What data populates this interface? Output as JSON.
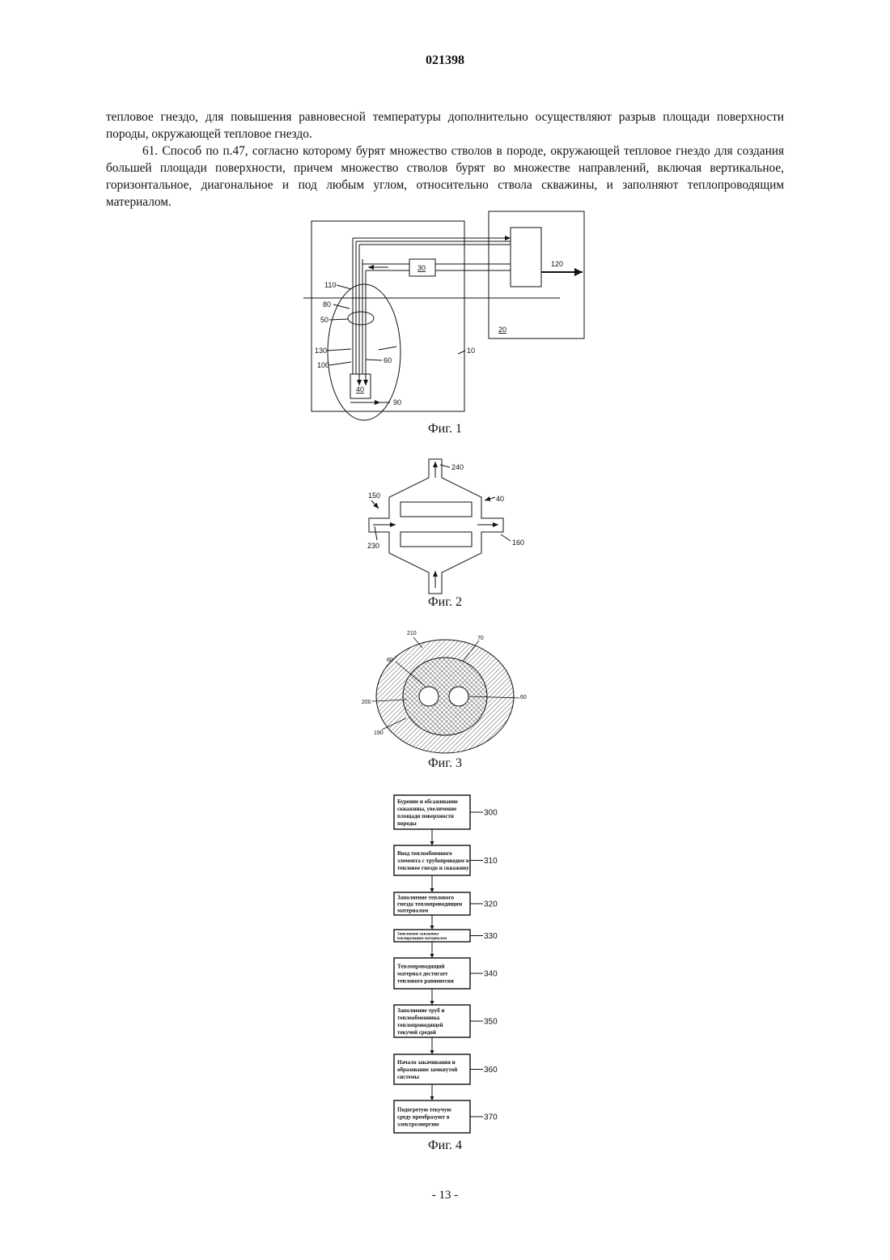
{
  "header": {
    "doc_number": "021398"
  },
  "body": {
    "paragraph_1": "тепловое гнездо, для повышения равновесной температуры дополнительно осуществляют разрыв площади поверхности породы, окружающей тепловое гнездо.",
    "paragraph_2": "61. Способ по п.47, согласно которому бурят множество стволов в породе, окружающей тепловое гнездо для создания большей площади поверхности, причем множество стволов бурят во множестве направлений, включая вертикальное, горизонтальное, диагональное и под любым углом, относительно ствола скважины, и заполняют теплопроводящим материалом."
  },
  "fig1": {
    "caption": "Фиг. 1",
    "labels": {
      "l110": "110",
      "l80": "80",
      "l50": "50",
      "l130": "130",
      "l100": "100",
      "l60": "60",
      "l90": "90",
      "l40": "40",
      "l10": "10",
      "l30": "30",
      "l120": "120",
      "l20": "20"
    }
  },
  "fig2": {
    "caption": "Фиг. 2",
    "labels": {
      "l240": "240",
      "l40": "40",
      "l150": "150",
      "l230": "230",
      "l160": "160"
    }
  },
  "fig3": {
    "caption": "Фиг. 3",
    "labels": {
      "l210": "210",
      "l70": "70",
      "l80": "80",
      "l200": "200",
      "l60": "60",
      "l190": "190"
    }
  },
  "fig4": {
    "caption": "Фиг. 4",
    "steps": [
      {
        "ref": "300",
        "lines": [
          "Бурение и обсаживание",
          "скважины, увеличение",
          "площади поверхности",
          "породы"
        ]
      },
      {
        "ref": "310",
        "lines": [
          "Ввод теплообменного",
          "элемента с трубопроводом в",
          "тепловое гнездо и скважину"
        ]
      },
      {
        "ref": "320",
        "lines": [
          "Заполнение теплового",
          "гнезда теплопроводящим",
          "материалом"
        ]
      },
      {
        "ref": "330",
        "lines": [
          "Заполнение скважины",
          "изолирующим материалом"
        ]
      },
      {
        "ref": "340",
        "lines": [
          "Теплопроводящий",
          "материал достигает",
          "теплового равновесия"
        ]
      },
      {
        "ref": "350",
        "lines": [
          "Заполнение труб и",
          "теплообменника",
          "теплопроводящей",
          "текучей средой"
        ]
      },
      {
        "ref": "360",
        "lines": [
          "Начало закачивания и",
          "образование замкнутой",
          "системы"
        ]
      },
      {
        "ref": "370",
        "lines": [
          "Подогретую текучую",
          "среду преобразуют в",
          "электроэнергию"
        ]
      }
    ]
  },
  "footer": {
    "page": "- 13 -"
  }
}
